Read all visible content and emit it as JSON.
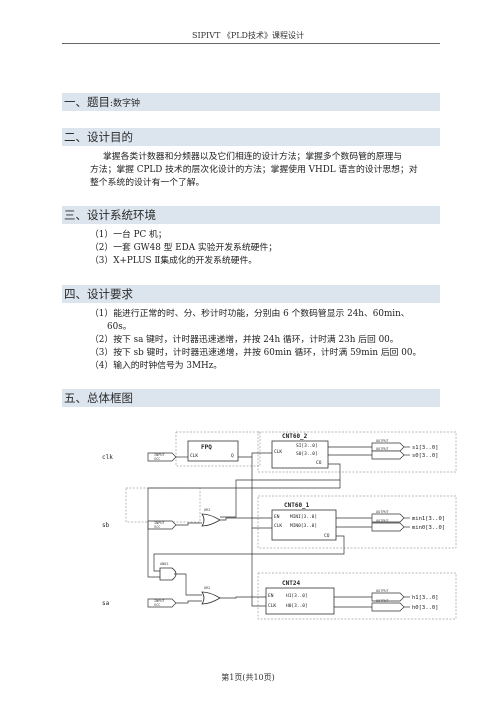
{
  "header": {
    "text": "SIPIVT  《PLD技术》课程设计"
  },
  "sections": {
    "topic": {
      "heading": "一、题目",
      "suffix": ":数字钟"
    },
    "purpose": {
      "heading": "二、设计目的",
      "lines": [
        "掌握各类计数器和分频器以及它们相连的设计方法；掌握多个数码管的原理与",
        "方法；掌握 CPLD 技术的层次化设计的方法；掌握使用 VHDL 语言的设计思想；对",
        "整个系统的设计有一个了解。"
      ]
    },
    "environment": {
      "heading": "三、设计系统环境",
      "items": [
        "（1）一台 PC 机；",
        "（2）一套 GW48 型 EDA 实验开发系统硬件；",
        "（3）X+PLUS  Ⅱ集成化的开发系统硬件。"
      ]
    },
    "requirements": {
      "heading": "四、设计要求",
      "items": [
        "（1）能进行正常的时、分、秒计时功能，分别由 6 个数码管显示 24h、60min、",
        "60s。",
        "（2）按下 sa 键时，计时器迅速递增，并按 24h 循环，计时满 23h 后回 00。",
        "（3）按下 sb 键时，计时器迅速递增，并按 60min 循环，计时满 59min 后回 00。",
        "（4）输入的时钟信号为 3MHz。"
      ]
    },
    "block_diagram": {
      "heading": "五、总体框图"
    }
  },
  "diagram": {
    "inputs": {
      "clk": "clk",
      "sb": "sb",
      "sa": "sa"
    },
    "input_tag": "INPUT",
    "input_tag2": "VCC",
    "output_tag": "OUTPUT",
    "fpq": {
      "title": "FPQ",
      "port": "CLK",
      "pin": "Q"
    },
    "cnt60_2": {
      "title": "CNT60_2",
      "left": "CLK",
      "out1": "SI[3..0]",
      "out2": "S0[3..0]",
      "out3": "CO"
    },
    "cnt60_1": {
      "title": "CNT60_1",
      "left1": "EN",
      "left2": "CLK",
      "out1": "MINI[3..0]",
      "out2": "MIN0[3..0]",
      "out3": "CO"
    },
    "cnt24": {
      "title": "CNT24",
      "left1": "EN",
      "left2": "CLK",
      "out1": "H1[3..0]",
      "out2": "H0[3..0]"
    },
    "gates": {
      "or1": "OR2",
      "and": "AND2",
      "or2": "OR2"
    },
    "outputs": [
      "s1[3..0]",
      "s0[3..0]",
      "min1[3..0]",
      "min0[3..0]",
      "h1[3..0]",
      "h0[3..0]"
    ]
  },
  "footer": {
    "text": "第1页(共10页)"
  }
}
